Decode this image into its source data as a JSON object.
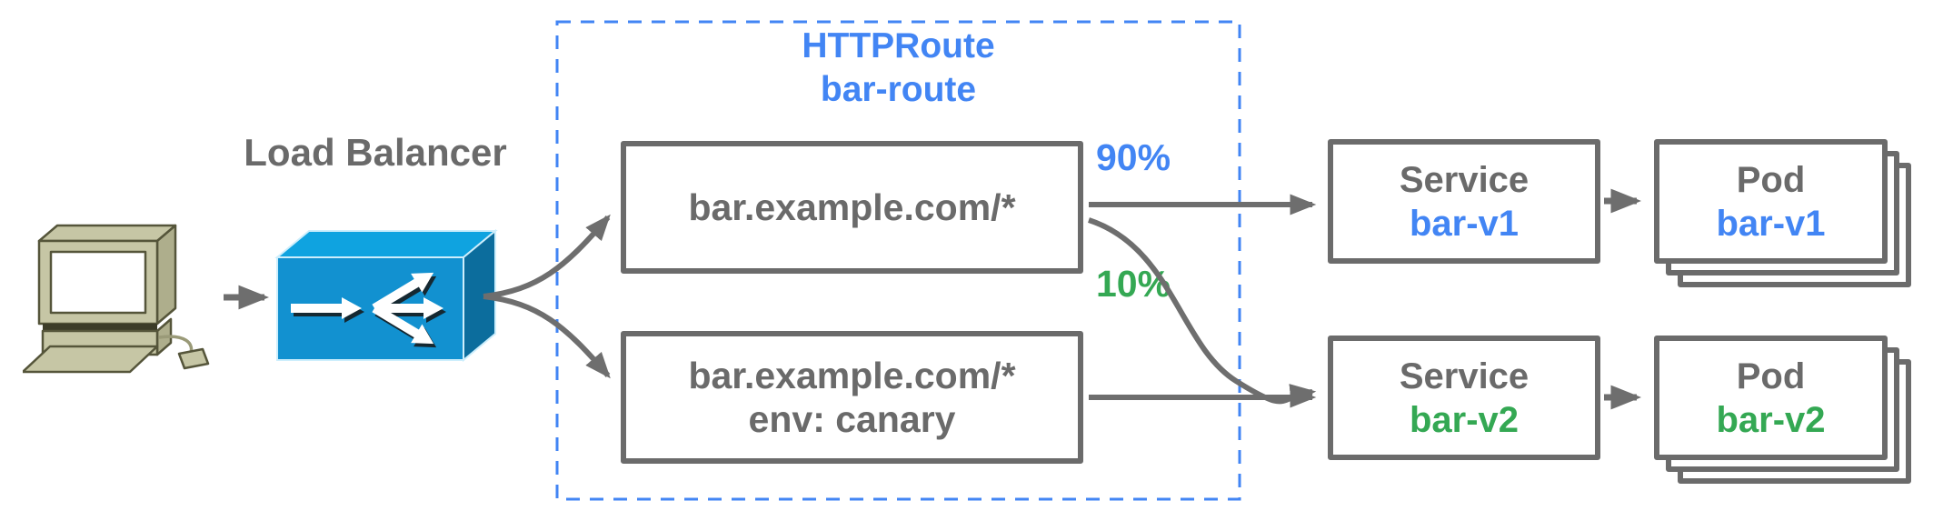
{
  "client": {
    "icon": "desktop-computer"
  },
  "load_balancer": {
    "label": "Load Balancer",
    "icon": "load-balancer-box"
  },
  "httproute": {
    "kind": "HTTPRoute",
    "name": "bar-route",
    "rules": [
      {
        "host": "bar.example.com/*"
      },
      {
        "host": "bar.example.com/*",
        "header": "env: canary"
      }
    ]
  },
  "traffic_split": [
    {
      "label": "90%",
      "color": "#4285f4"
    },
    {
      "label": "10%",
      "color": "#34a853"
    }
  ],
  "services": [
    {
      "label": "Service",
      "name": "bar-v1",
      "color": "#4285f4"
    },
    {
      "label": "Service",
      "name": "bar-v2",
      "color": "#34a853"
    }
  ],
  "pods": [
    {
      "label": "Pod",
      "name": "bar-v1",
      "color": "#4285f4"
    },
    {
      "label": "Pod",
      "name": "bar-v2",
      "color": "#34a853"
    }
  ],
  "colors": {
    "accent_blue": "#4285f4",
    "accent_green": "#34a853",
    "stroke_gray": "#6e6e6e",
    "border_gray": "#6b6b6b",
    "lb_front": "#1291d0",
    "lb_top": "#0fa3e0",
    "lb_side": "#0c6d9d",
    "computer_body": "#c6c6a5",
    "computer_side": "#aeae8c",
    "computer_outline": "#55553a"
  }
}
